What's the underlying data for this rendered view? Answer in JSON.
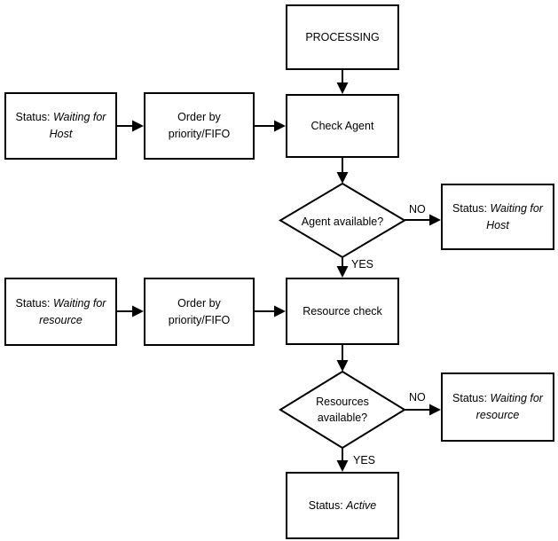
{
  "diagram": {
    "type": "flowchart",
    "colors": {
      "stroke": "#000000",
      "node_fill": "#ffffff",
      "background": "#ffffff",
      "text": "#000000"
    },
    "nodes": {
      "processing": {
        "label": "PROCESSING"
      },
      "status_waiting_host_left": {
        "prefix": "Status: ",
        "status": "Waiting for Host"
      },
      "order_by_priority_1": {
        "label": "Order by priority/FIFO"
      },
      "check_agent": {
        "label": "Check Agent"
      },
      "agent_available": {
        "label": "Agent available?"
      },
      "status_waiting_host_right": {
        "prefix": "Status: ",
        "status": "Waiting for Host"
      },
      "status_waiting_resource_left": {
        "prefix": "Status: ",
        "status": "Waiting for resource"
      },
      "order_by_priority_2": {
        "label": "Order by priority/FIFO"
      },
      "resource_check": {
        "label": "Resource check"
      },
      "resources_available": {
        "label": "Resources available?"
      },
      "status_waiting_resource_right": {
        "prefix": "Status: ",
        "status": "Waiting for resource"
      },
      "status_active": {
        "prefix": "Status: ",
        "status": "Active"
      }
    },
    "edge_labels": {
      "agent_no": "NO",
      "agent_yes": "YES",
      "resource_no": "NO",
      "resource_yes": "YES"
    }
  }
}
